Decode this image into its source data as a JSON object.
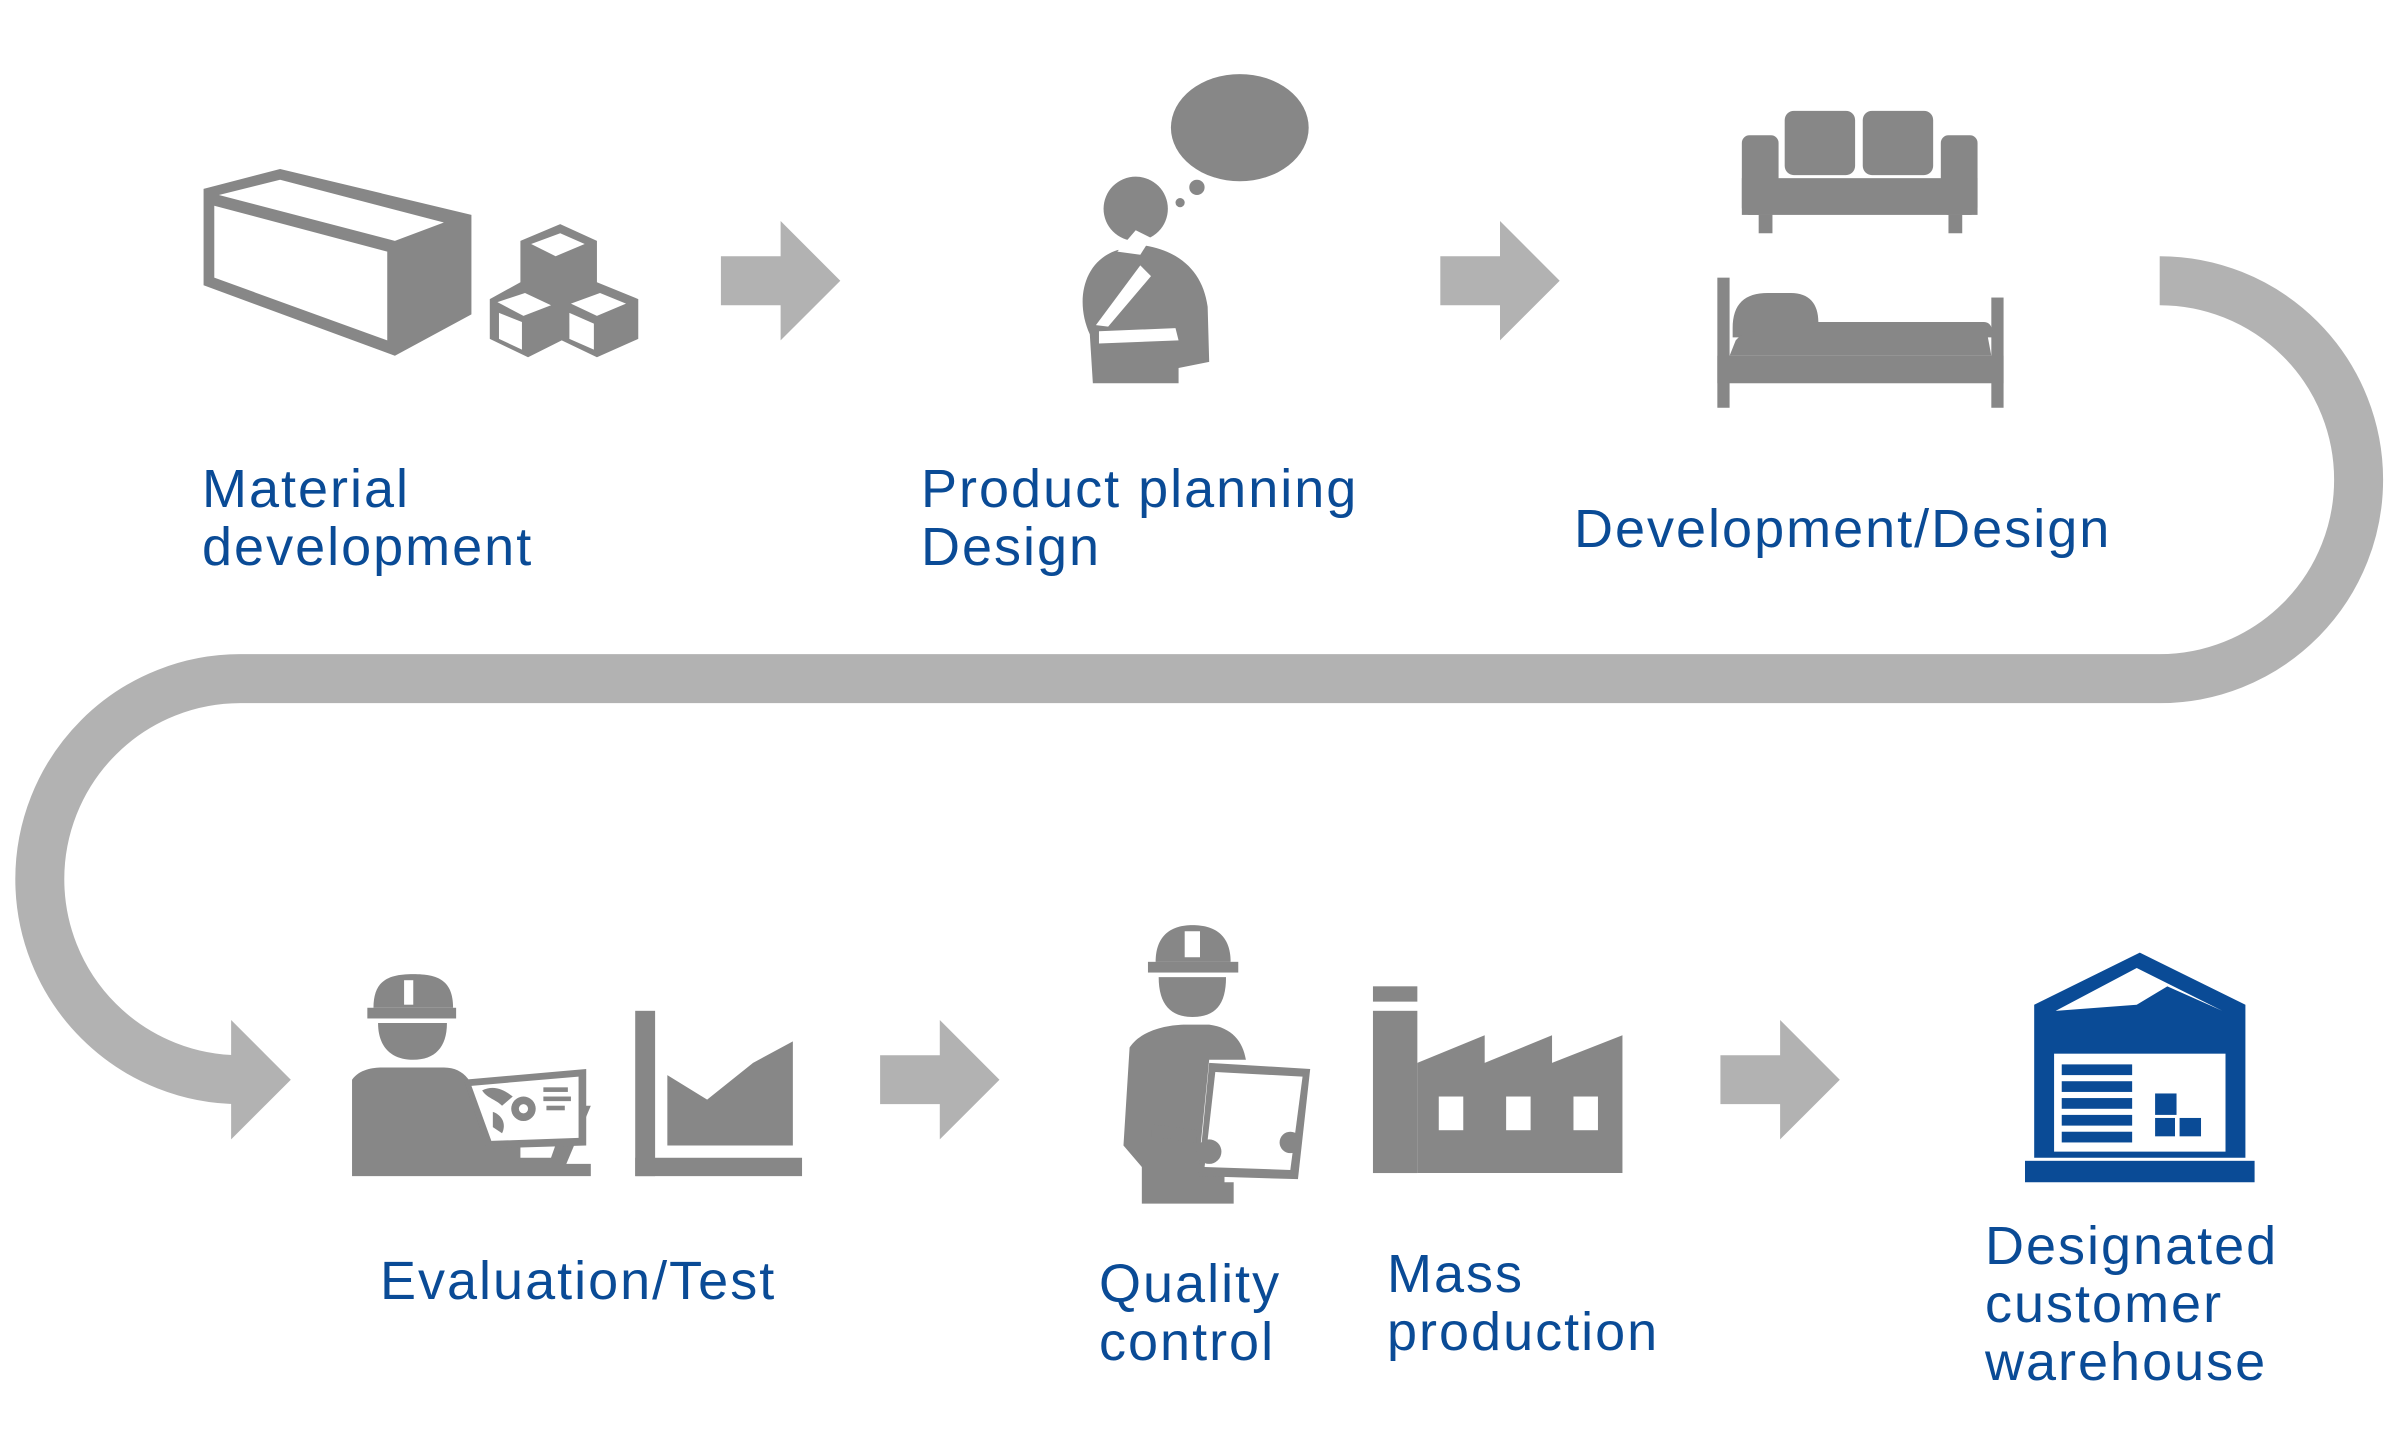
{
  "colors": {
    "icon_gray": "#878787",
    "arrow_gray": "#b2b2b2",
    "label_blue": "#0a4b96",
    "warehouse_blue": "#0a4b96"
  },
  "steps": [
    {
      "id": "material-development",
      "icons": [
        "box-icon",
        "cubes-icon"
      ],
      "label_lines": [
        "Material",
        "development"
      ]
    },
    {
      "id": "product-planning",
      "icons": [
        "thinking-person-icon"
      ],
      "label_lines": [
        "Product planning",
        "Design"
      ]
    },
    {
      "id": "development-design",
      "icons": [
        "sofa-icon",
        "bed-icon"
      ],
      "label_lines": [
        "Development/Design"
      ]
    },
    {
      "id": "evaluation-test",
      "icons": [
        "engineer-monitor-icon",
        "area-chart-icon"
      ],
      "label_lines": [
        "Evaluation/Test"
      ]
    },
    {
      "id": "quality-control",
      "icons": [
        "inspector-clipboard-icon"
      ],
      "label_lines": [
        "Quality",
        "control"
      ]
    },
    {
      "id": "mass-production",
      "icons": [
        "factory-icon"
      ],
      "label_lines": [
        "Mass",
        "production"
      ]
    },
    {
      "id": "designated-customer-warehouse",
      "icons": [
        "warehouse-icon"
      ],
      "label_lines": [
        "Designated",
        "customer",
        "warehouse"
      ]
    }
  ]
}
